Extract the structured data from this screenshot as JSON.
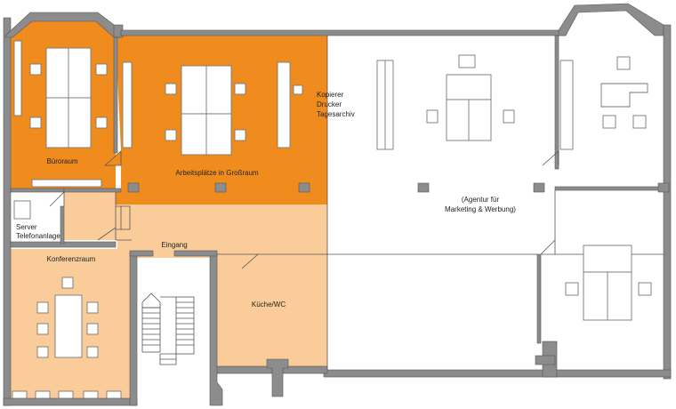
{
  "rooms": {
    "bueroraum": "Büroraum",
    "arbeitsplaetze": "Arbeitsplätze in Großraum",
    "kopierer_1": "Kopierer",
    "kopierer_2": "Drucker",
    "kopierer_3": "Tagesarchiv",
    "agentur_1": "(Agentur für",
    "agentur_2": "Marketing & Werbung)",
    "server_1": "Server",
    "server_2": "Telefonanlage",
    "konferenz": "Konferenzraum",
    "eingang": "Eingang",
    "kueche": "Küche/WC"
  },
  "colors": {
    "orange": "#F08C1E",
    "light_orange": "#F9CC99",
    "wall": "#8C8C8C",
    "wall_edge": "#555555",
    "furniture_stroke": "#777777"
  }
}
